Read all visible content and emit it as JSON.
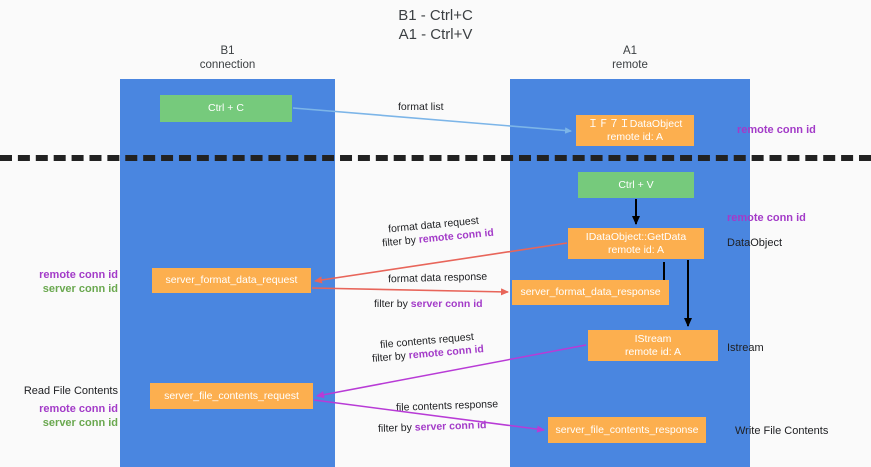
{
  "title": {
    "line1": "B1 - Ctrl+C",
    "line2": "A1 - Ctrl+V"
  },
  "lanes": [
    {
      "id": "b1",
      "name": "B1",
      "role": "connection",
      "color": "#4a86e0"
    },
    {
      "id": "a1",
      "name": "A1",
      "role": "remote",
      "color": "#4a86e0"
    }
  ],
  "colors": {
    "lane": "#4a86e0",
    "green_node": "#76ca7c",
    "orange_node": "#fcaf4f",
    "purple_text": "#a33bc8",
    "green_text": "#6aa84f",
    "arrow_blue": "#7cb5e8",
    "arrow_red": "#e8655a",
    "arrow_purple": "#b83bd6",
    "arrow_black": "#000000",
    "divider": "#222222",
    "background": "#fafafa"
  },
  "nodes": {
    "ctrl_c": {
      "label": "Ctrl + C",
      "style": "green"
    },
    "dataobject": {
      "line1": "ＩＦ７ＩDataObject",
      "line2": "remote id: A",
      "style": "orange"
    },
    "ctrl_v": {
      "label": "Ctrl + V",
      "style": "green"
    },
    "getdata": {
      "line1": "IDataObject::GetData",
      "line2": "remote id: A",
      "style": "orange"
    },
    "server_format_data_request": {
      "label": "server_format_data_request",
      "style": "orange"
    },
    "server_format_data_response": {
      "label": "server_format_data_response",
      "style": "orange"
    },
    "istream": {
      "line1": "IStream",
      "line2": "remote id: A",
      "style": "orange"
    },
    "server_file_contents_request": {
      "label": "server_file_contents_request",
      "style": "orange"
    },
    "server_file_contents_response": {
      "label": "server_file_contents_response",
      "style": "orange"
    }
  },
  "edge_labels": {
    "format_list": "format list",
    "format_data_request": "format data request",
    "format_data_request_filter_prefix": "filter by ",
    "format_data_request_filter_key": "remote conn id",
    "format_data_response": "format data response",
    "format_data_response_filter_prefix": "filter by ",
    "format_data_response_filter_key": "server conn id",
    "file_contents_request": "file contents request",
    "file_contents_request_filter_prefix": "filter by ",
    "file_contents_request_filter_key": "remote conn id",
    "file_contents_response": "file contents response",
    "file_contents_response_filter_prefix": "filter by ",
    "file_contents_response_filter_key": "server conn id"
  },
  "right_notes": {
    "remote_conn_id_top": "remote conn id",
    "remote_conn_id_mid": "remote conn id",
    "dataobject": "DataObject",
    "istream": "Istream",
    "write_file_contents": "Write File Contents"
  },
  "left_notes": {
    "remote_conn_id": "remote conn id",
    "server_conn_id": "server conn id",
    "read_file_contents": "Read File Contents",
    "remote_conn_id_2": "remote conn id",
    "server_conn_id_2": "server conn id"
  }
}
